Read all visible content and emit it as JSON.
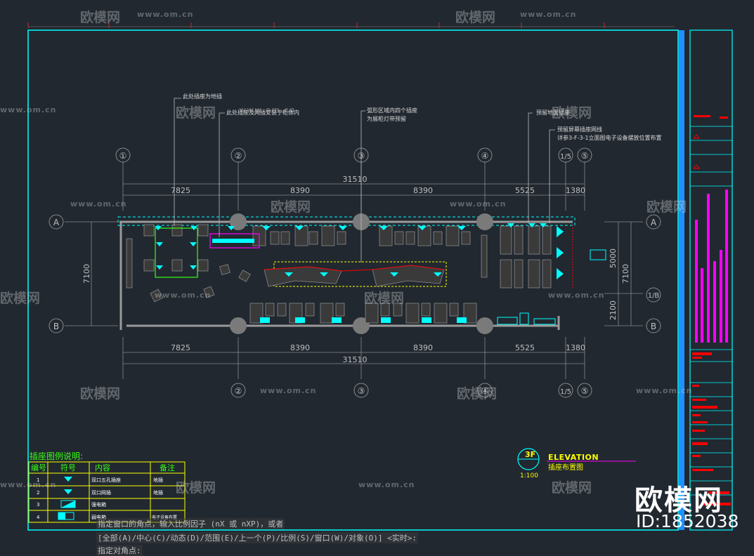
{
  "watermark": {
    "brand": "欧模网",
    "url": "www.om.cn"
  },
  "grid_axes": {
    "columns": [
      "①",
      "②",
      "③",
      "④",
      "1/5",
      "⑤"
    ],
    "rows": [
      "A",
      "1/B",
      "B"
    ]
  },
  "dimensions": {
    "top_total": "31510",
    "top_segments": [
      "7825",
      "8390",
      "8390",
      "5525",
      "1380"
    ],
    "bottom_total": "31510",
    "bottom_segments": [
      "7825",
      "8390",
      "8390",
      "5525",
      "1380"
    ],
    "left_height": "7100",
    "right_heights": [
      "5000",
      "2100"
    ],
    "right_total": "7100"
  },
  "annotations": [
    "此处插座为地插",
    "此处插座及网插安装于柜体内",
    "弧形区域内四个插座",
    "为展柜灯带预留",
    "预留地面插座",
    "预留屏幕插座网线",
    "详参3-F-3-1立面图电子设备摆放位置布置"
  ],
  "legend": {
    "title": "插座图例说明:",
    "headers": [
      "编号",
      "符号",
      "内容",
      "备注"
    ],
    "rows": [
      {
        "no": "1",
        "content": "双口五孔插座",
        "note": "地插"
      },
      {
        "no": "2",
        "content": "双口网插",
        "note": "地插"
      },
      {
        "no": "3",
        "content": "强电箱",
        "note": ""
      },
      {
        "no": "4",
        "content": "弱电箱",
        "note": "电子设备布置"
      }
    ]
  },
  "elevation": {
    "no": "3F",
    "title": "ELEVATION",
    "subtitle": "插座布置图",
    "scale": "1:100"
  },
  "command_line": [
    "指定窗口的角点，输入比例因子 (nX 或 nXP)，或者",
    "[全部(A)/中心(C)/动态(D)/范围(E)/上一个(P)/比例(S)/窗口(W)/对象(O)] <实时>:",
    "指定对角点:"
  ],
  "brand_logo": "欧模网",
  "brand_id": "ID:1852038",
  "colors": {
    "background": "#212830",
    "frame": "#00ffff",
    "highlight": "#00ffff",
    "legend": "#39ff14",
    "magenta": "#ff00ff",
    "red": "#ff0000",
    "yellow": "#ffff00",
    "blue_bar": "#1e90ff"
  }
}
